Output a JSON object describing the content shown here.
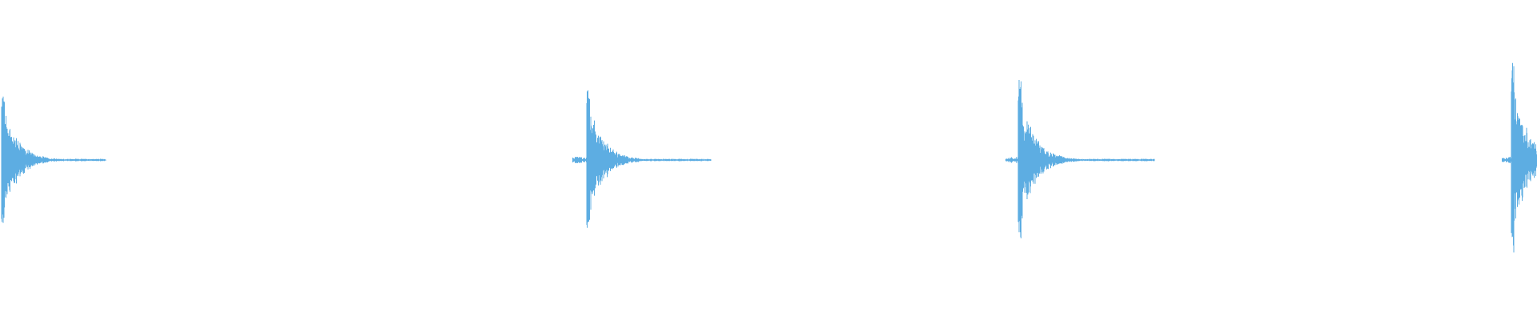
{
  "waveform": {
    "color": "#5dade2",
    "background": "#ffffff",
    "baseline": "center",
    "transients": [
      {
        "peak_amplitude": 0.62,
        "decay": "long"
      },
      {
        "peak_amplitude": 0.67,
        "decay": "long"
      },
      {
        "peak_amplitude": 0.76,
        "decay": "long"
      },
      {
        "peak_amplitude": 0.9,
        "decay": "cut-off"
      }
    ]
  }
}
